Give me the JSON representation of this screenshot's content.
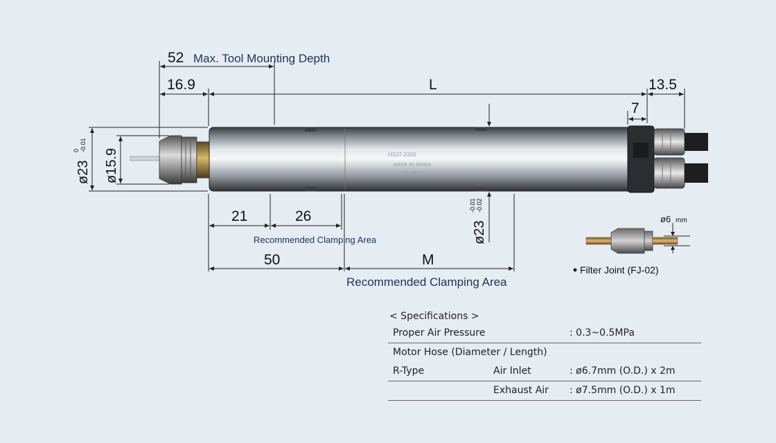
{
  "dims": {
    "d52": "52",
    "max_tool_depth": "Max. Tool Mounting Depth",
    "d16_9": "16.9",
    "L": "L",
    "d13_5": "13.5",
    "d7": "7",
    "d21": "21",
    "d26": "26",
    "d50": "50",
    "M": "M",
    "dia23_left": "ø23",
    "tol_left_top": "0",
    "tol_left_bottom": "-0.01",
    "dia15_9": "ø15.9",
    "dia23_right": "ø23",
    "tol_right_top": "-0.01",
    "tol_right_bottom": "-0.02",
    "clamp_small": "Recommended Clamping Area",
    "clamp_large": "Recommended Clamping Area"
  },
  "filter": {
    "dia": "ø6",
    "unit": "mm",
    "caption": "Filter Joint (FJ-02)"
  },
  "specs": {
    "title": "< Specifications >",
    "rows": [
      {
        "c1": "Proper Air Pressure",
        "c2": "",
        "c3": ": 0.3~0.5MPa"
      },
      {
        "c1": "Motor Hose (Diameter / Length)",
        "c2": "",
        "c3": ""
      },
      {
        "c1": "R-Type",
        "c2": "Air Inlet",
        "c3": ": ø6.7mm  (O.D.) x 2m"
      },
      {
        "c1": "",
        "c2": "Exhaust Air",
        "c3": ": ø7.5mm  (O.D.) x 1m"
      }
    ]
  }
}
